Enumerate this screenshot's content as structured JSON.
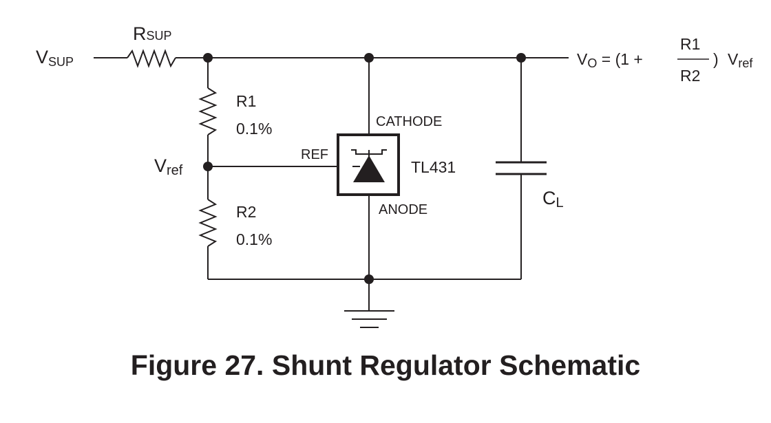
{
  "figure": {
    "caption": "Figure 27.  Shunt Regulator Schematic"
  },
  "labels": {
    "vsup_main": "V",
    "vsup_sub": "SUP",
    "rsup_main": "R",
    "rsup_sub": "SUP",
    "r1_name": "R1",
    "r1_tol": "0.1%",
    "r2_name": "R2",
    "r2_tol": "0.1%",
    "vref_main": "V",
    "vref_sub": "ref",
    "ref_pin": "REF",
    "cathode_pin": "CATHODE",
    "anode_pin": "ANODE",
    "part_number": "TL431",
    "cl_main": "C",
    "cl_sub": "L"
  },
  "formula": {
    "vo_main": "V",
    "vo_sub": "O",
    "prefix": " = (1 +",
    "numerator": "R1",
    "denominator": "R2",
    "suffix": ")",
    "vref_main": "V",
    "vref_sub": "ref"
  },
  "colors": {
    "ink": "#231f20",
    "background": "#ffffff"
  }
}
